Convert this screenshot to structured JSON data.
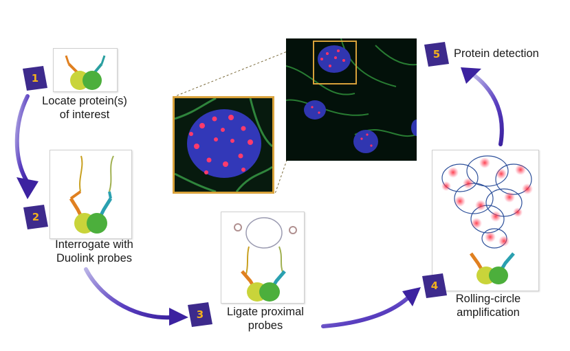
{
  "steps": [
    {
      "number": "1",
      "label_line1": "Locate protein(s)",
      "label_line2": "of interest"
    },
    {
      "number": "2",
      "label_line1": "Interrogate with",
      "label_line2": "Duolink probes"
    },
    {
      "number": "3",
      "label_line1": "Ligate proximal",
      "label_line2": "probes"
    },
    {
      "number": "4",
      "label_line1": "Rolling-circle",
      "label_line2": "amplification"
    },
    {
      "number": "5",
      "label_line1": "Protein detection",
      "label_line2": ""
    }
  ],
  "colors": {
    "arrow": "#4a2fb0",
    "badge": "#3d2a8c",
    "badge_text": "#f2b11c",
    "inset_border": "#d9a23a",
    "nucleus": "#3b3fc4",
    "cytoskeleton": "#2f8f3a",
    "signal": "#ff3366"
  }
}
